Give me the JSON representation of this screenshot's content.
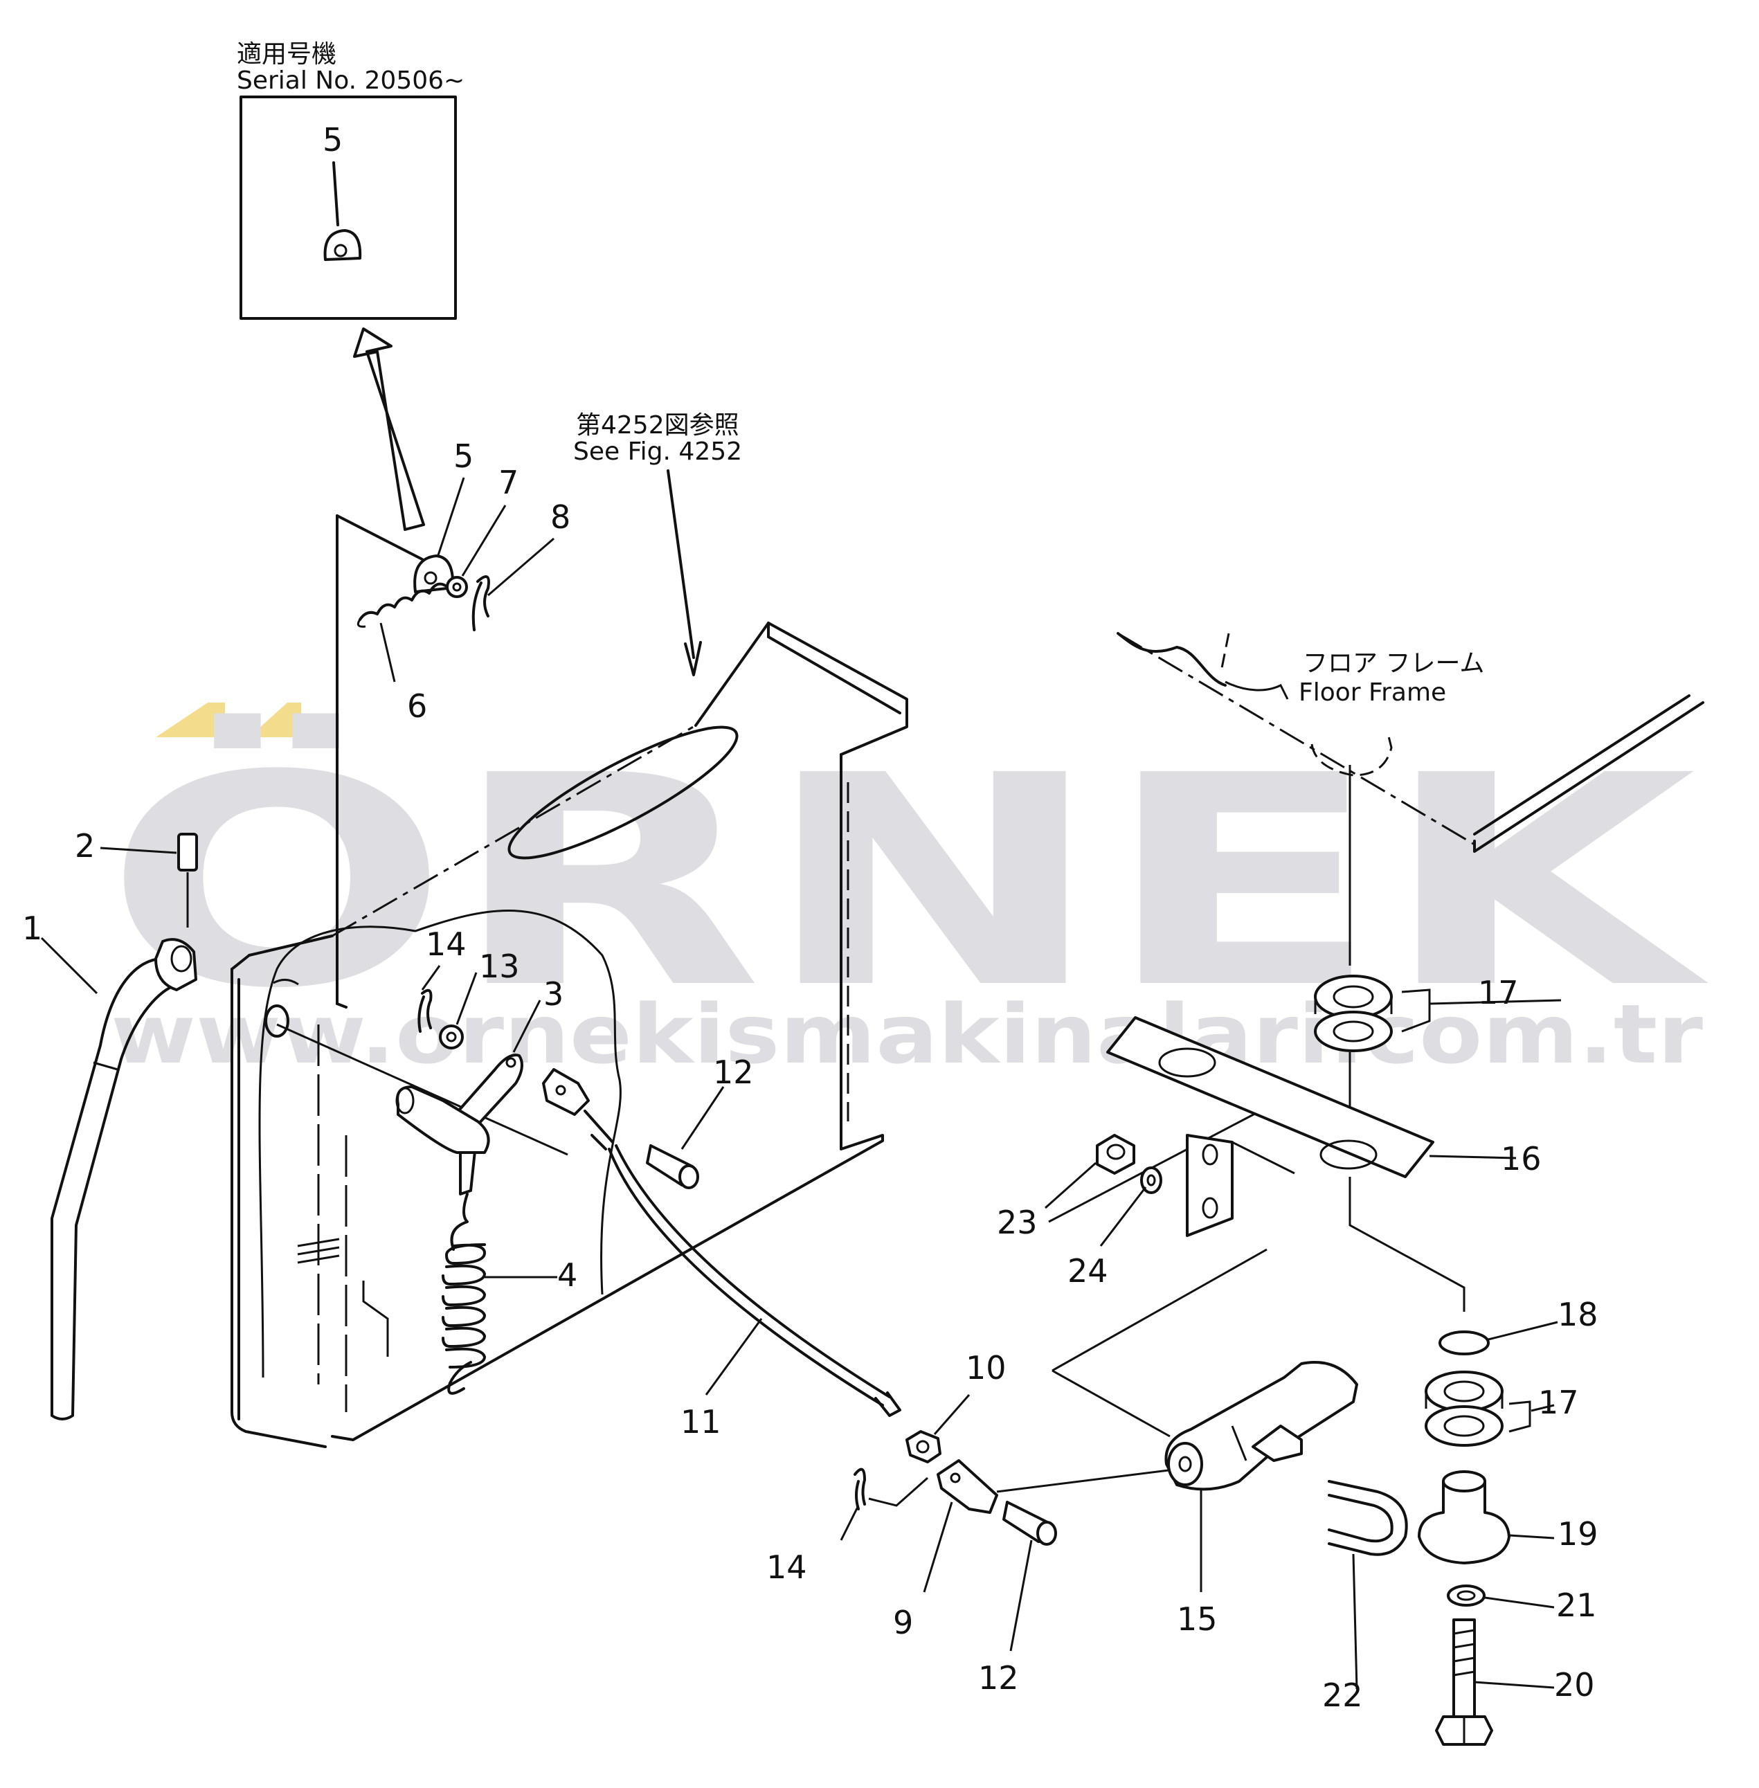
{
  "watermark": {
    "brand": "ÖRNEK",
    "url": "www.ornekismakinalari.com.tr",
    "accent_color": "#f3dc8c",
    "brand_color": "#dedde2"
  },
  "notes": {
    "inset_jp": "適用号機",
    "inset_en": "Serial  No.  20506~",
    "see_fig_jp": "第4252図参照",
    "see_fig_en": "See Fig. 4252",
    "floor_jp": "フロア フレーム",
    "floor_en": "Floor  Frame"
  },
  "callouts": [
    {
      "id": "c1",
      "label": "1"
    },
    {
      "id": "c2",
      "label": "2"
    },
    {
      "id": "c3",
      "label": "3"
    },
    {
      "id": "c4",
      "label": "4"
    },
    {
      "id": "c5",
      "label": "5"
    },
    {
      "id": "c5b",
      "label": "5"
    },
    {
      "id": "c6",
      "label": "6"
    },
    {
      "id": "c7",
      "label": "7"
    },
    {
      "id": "c8",
      "label": "8"
    },
    {
      "id": "c9",
      "label": "9"
    },
    {
      "id": "c10",
      "label": "10"
    },
    {
      "id": "c11",
      "label": "11"
    },
    {
      "id": "c12",
      "label": "12"
    },
    {
      "id": "c12b",
      "label": "12"
    },
    {
      "id": "c13",
      "label": "13"
    },
    {
      "id": "c14",
      "label": "14"
    },
    {
      "id": "c14b",
      "label": "14"
    },
    {
      "id": "c15",
      "label": "15"
    },
    {
      "id": "c16",
      "label": "16"
    },
    {
      "id": "c17",
      "label": "17"
    },
    {
      "id": "c17b",
      "label": "17"
    },
    {
      "id": "c18",
      "label": "18"
    },
    {
      "id": "c19",
      "label": "19"
    },
    {
      "id": "c20",
      "label": "20"
    },
    {
      "id": "c21",
      "label": "21"
    },
    {
      "id": "c22",
      "label": "22"
    },
    {
      "id": "c23",
      "label": "23"
    },
    {
      "id": "c24",
      "label": "24"
    }
  ]
}
